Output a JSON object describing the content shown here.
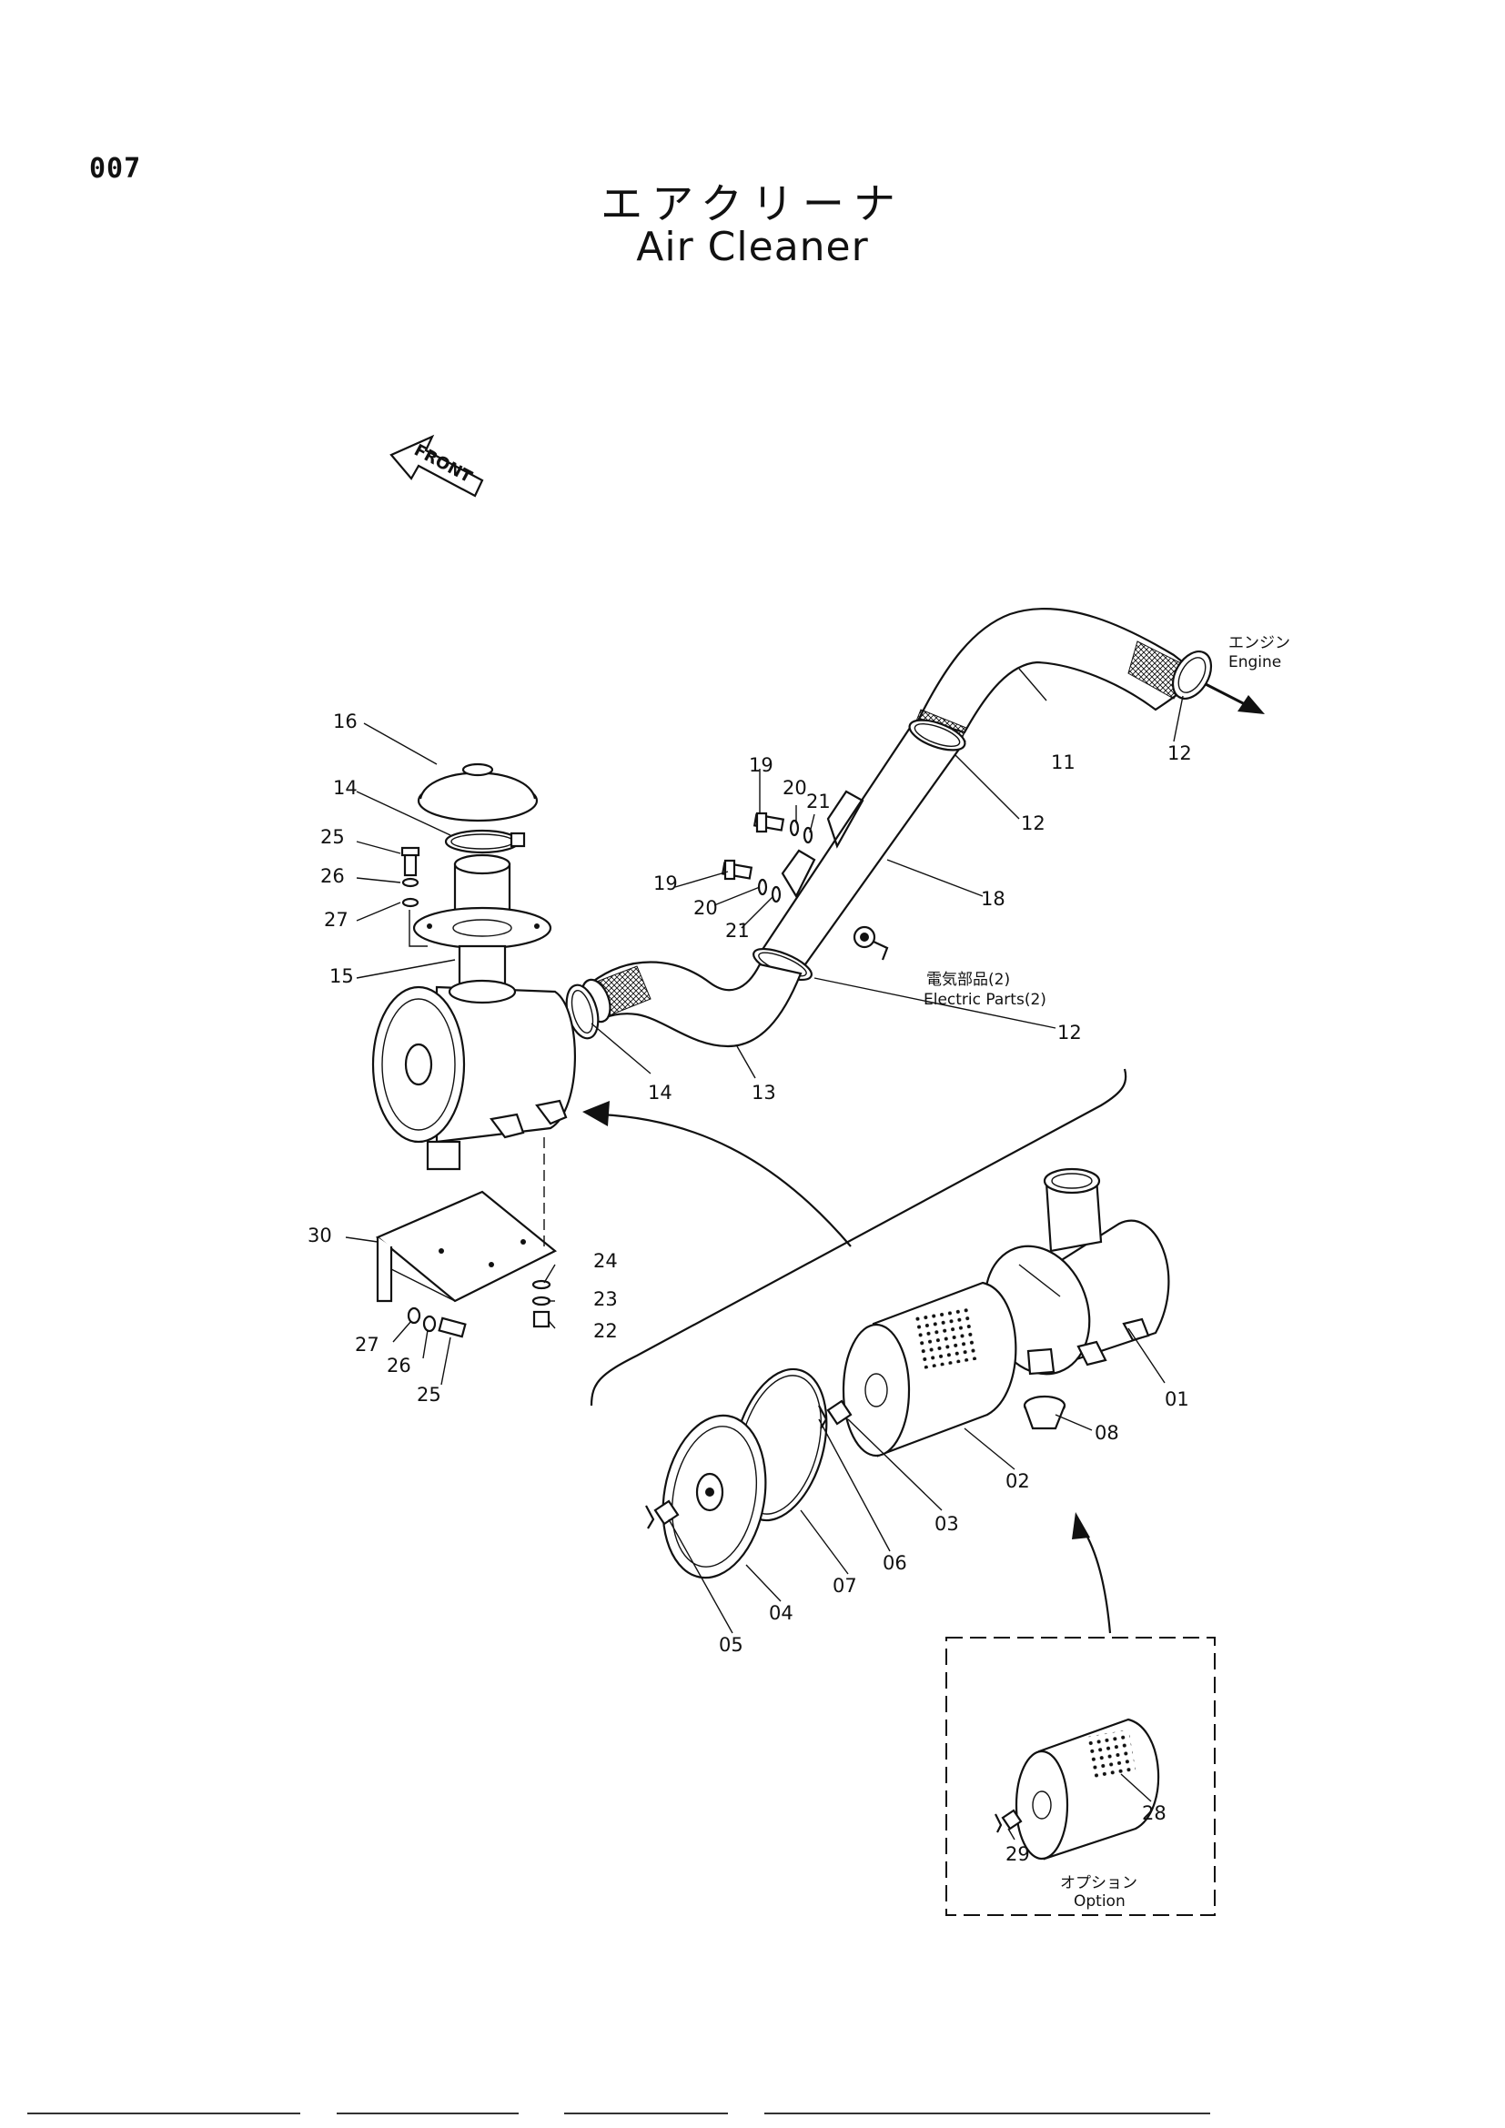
{
  "page": {
    "number": "007"
  },
  "title": {
    "japanese": "エアクリーナ",
    "english": "Air Cleaner"
  },
  "front_marker": {
    "label": "FRONT"
  },
  "notes": {
    "engine_jp": "エンジン",
    "engine_en": "Engine",
    "electric_jp": "電気部品(2)",
    "electric_en": "Electric Parts(2)",
    "option_jp": "オプション",
    "option_en": "Option"
  },
  "callouts": {
    "c01": "01",
    "c02": "02",
    "c03": "03",
    "c04": "04",
    "c05": "05",
    "c06": "06",
    "c07": "07",
    "c08": "08",
    "c11": "11",
    "c12a": "12",
    "c12b": "12",
    "c12c": "12",
    "c13": "13",
    "c14a": "14",
    "c14b": "14",
    "c15": "15",
    "c16": "16",
    "c18": "18",
    "c19a": "19",
    "c19b": "19",
    "c20a": "20",
    "c20b": "20",
    "c21a": "21",
    "c21b": "21",
    "c22": "22",
    "c23": "23",
    "c24": "24",
    "c25a": "25",
    "c25b": "25",
    "c26a": "26",
    "c26b": "26",
    "c27a": "27",
    "c27b": "27",
    "c28": "28",
    "c29": "29",
    "c30": "30"
  }
}
